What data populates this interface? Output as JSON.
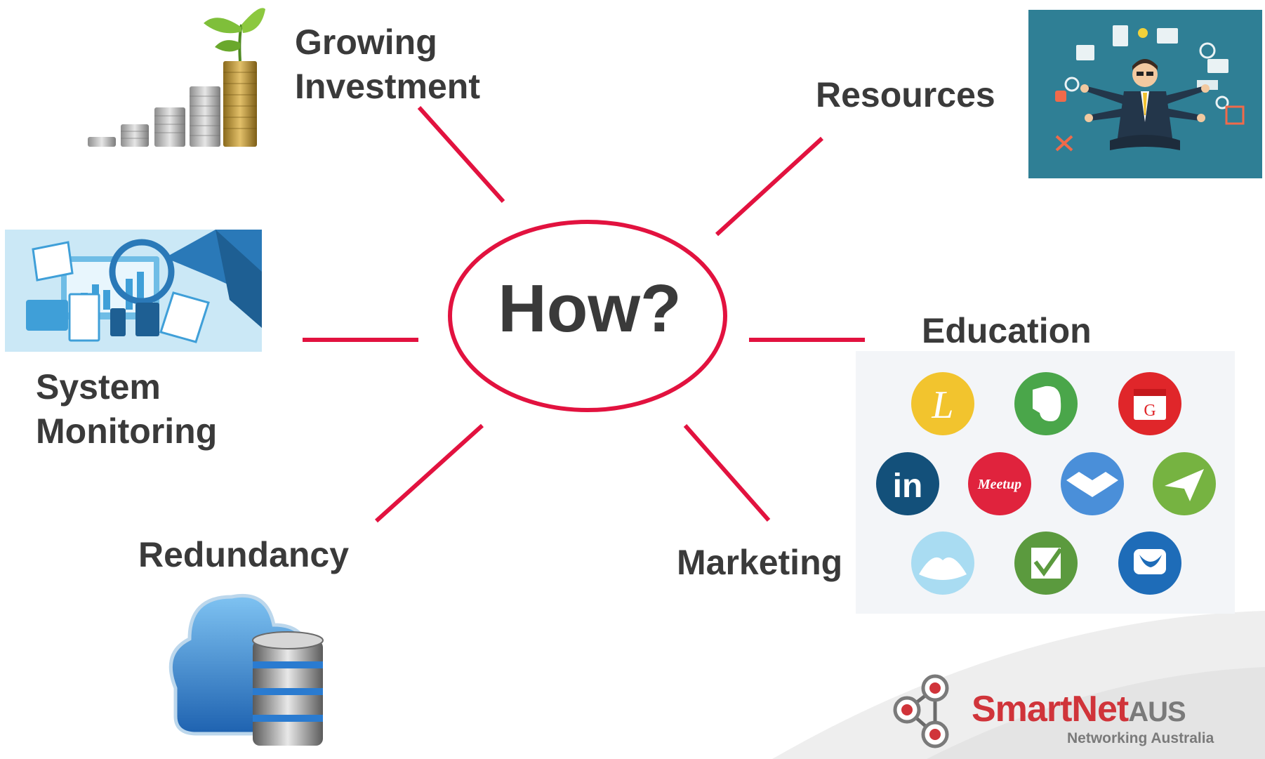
{
  "center": {
    "label": "How?"
  },
  "nodes": {
    "growing_investment": {
      "line1": "Growing",
      "line2": "Investment"
    },
    "resources": {
      "label": "Resources"
    },
    "system_monitoring": {
      "line1": "System",
      "line2": "Monitoring"
    },
    "education": {
      "label": "Education"
    },
    "redundancy": {
      "label": "Redundancy"
    },
    "marketing": {
      "label": "Marketing"
    }
  },
  "education_icons": {
    "linkedin": "in",
    "meetup": "Meetup",
    "calendar": "G"
  },
  "logo": {
    "name_main": "SmartNet",
    "name_suffix": "AUS",
    "tagline": "Networking Australia"
  },
  "colors": {
    "accent_red": "#e2123f",
    "text_dark": "#3a3a3a",
    "logo_red": "#d0343a",
    "logo_gray": "#7a7a7a"
  }
}
